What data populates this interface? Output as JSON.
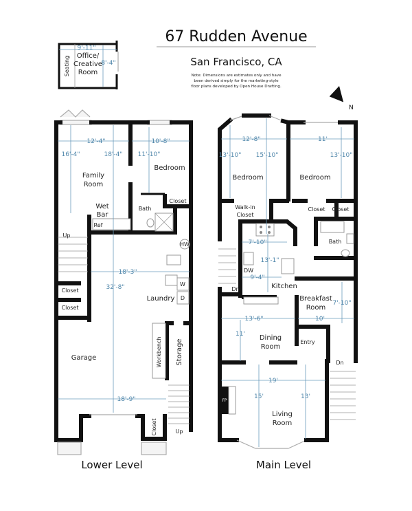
{
  "header": {
    "title": "67 Rudden Avenue",
    "subtitle": "San Francisco, CA",
    "note_lines": [
      "Note: Dimensions are estimates only and have",
      "been derived simply for the marketing-style",
      "floor plans developed by Open House Drafting."
    ],
    "compass_label": "N"
  },
  "office": {
    "room": [
      "Office/",
      "Creative",
      "Room"
    ],
    "seating": "Seating",
    "dims": [
      "9'-11\"",
      "8'-4\""
    ]
  },
  "lower_level": {
    "label": "Lower Level",
    "rooms": {
      "family_room": [
        "Family",
        "Room"
      ],
      "bedroom": "Bedroom",
      "wet_bar": [
        "Wet",
        "Bar"
      ],
      "ref": "Ref",
      "bath": "Bath",
      "closet_bedroom": "Closet",
      "up_top": "Up",
      "hw": "HW",
      "closet_1": "Closet",
      "closet_2": "Closet",
      "laundry": "Laundry",
      "washer": "W",
      "dryer": "D",
      "garage": "Garage",
      "workbench": "Workbench",
      "storage": "Storage",
      "closet_garage": "Closet",
      "up_bottom": "Up"
    },
    "dims": {
      "family_width": "12'-4\"",
      "family_len_left": "16'-4\"",
      "family_len_mid": "18'-4\"",
      "bedroom_width": "10'-8\"",
      "bedroom_len": "11'-10\"",
      "garage_width_top": "18'-3\"",
      "garage_len": "32'-8\"",
      "garage_width_bottom": "18'-9\""
    }
  },
  "main_level": {
    "label": "Main Level",
    "rooms": {
      "bedroom_1": "Bedroom",
      "bedroom_2": "Bedroom",
      "walkin_closet": [
        "Walk-in",
        "Closet"
      ],
      "closet_a": "Closet",
      "closet_b": "Closet",
      "bath": "Bath",
      "kitchen": "Kitchen",
      "dw": "DW",
      "dn_inner": "Dn",
      "breakfast": [
        "Breakfast",
        "Room"
      ],
      "dining": [
        "Dining",
        "Room"
      ],
      "entry": "Entry",
      "dn_outer": "Dn",
      "fp": "FP",
      "living": [
        "Living",
        "Room"
      ]
    },
    "dims": {
      "bed1_width": "12'-8\"",
      "bed1_len_left": "13'-10\"",
      "bed1_len_mid": "15'-10\"",
      "bed2_width": "11'",
      "bed2_len": "13'-10\"",
      "kitchen_w1": "7'-10\"",
      "kitchen_len": "13'-1\"",
      "kitchen_w2": "9'-4\"",
      "breakfast_len": "7'-10\"",
      "breakfast_width": "10'",
      "dining_width": "13'-6\"",
      "dining_len": "11'",
      "living_width": "19'",
      "living_len_left": "15'",
      "living_len_right": "13'"
    }
  }
}
